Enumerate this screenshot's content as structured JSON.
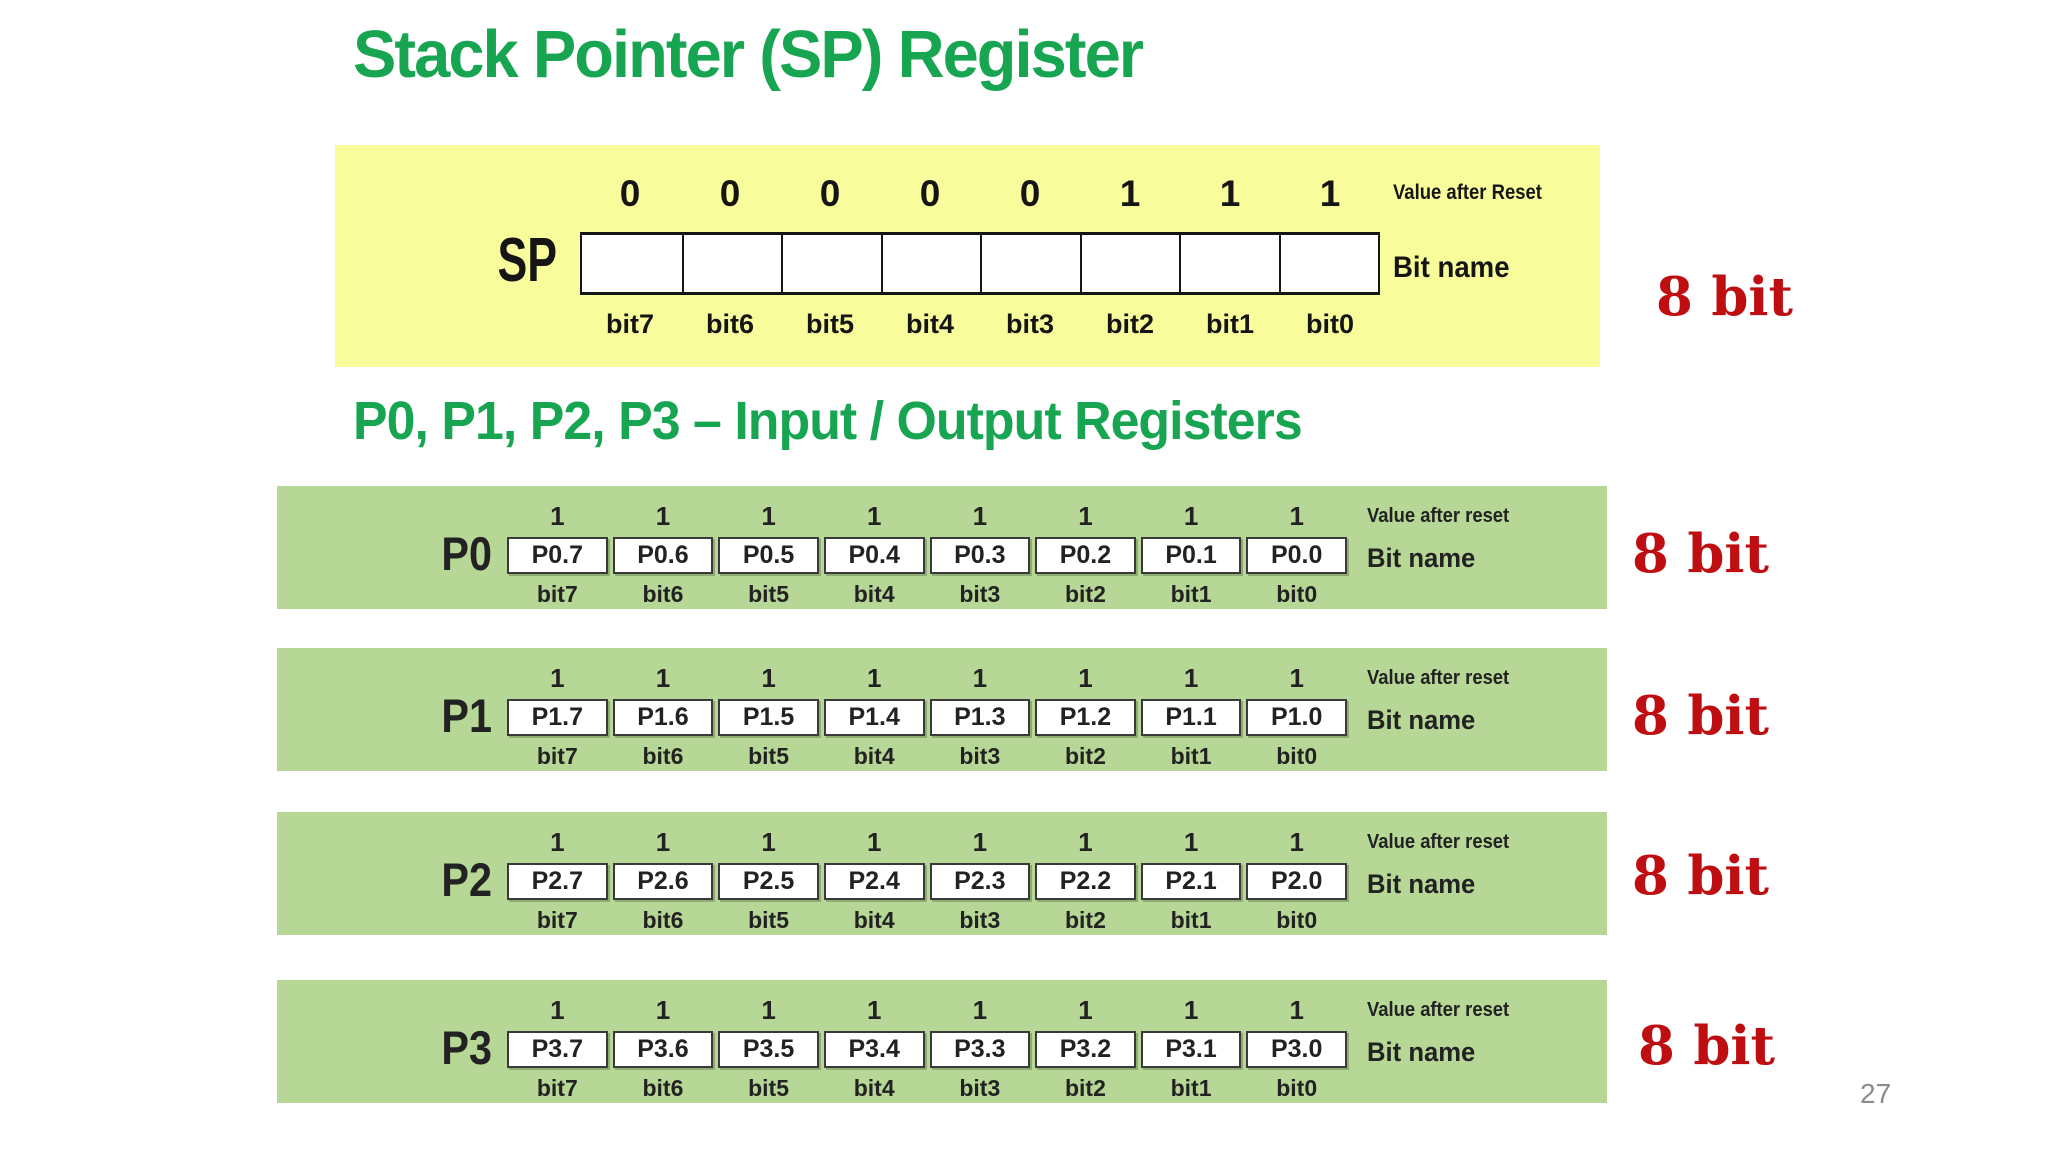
{
  "page": {
    "title": "Stack Pointer (SP) Register",
    "subtitle": "P0, P1, P2, P3 – Input / Output Registers",
    "page_number": "27"
  },
  "colors": {
    "title_green": "#17A552",
    "label_red": "#BE0E11",
    "sp_panel_yellow": "#F8FC9B",
    "port_panel_green": "#B6D795"
  },
  "sp_register": {
    "name": "SP",
    "value_caption": "Value after Reset",
    "bit_caption": "Bit name",
    "width_label": "8 bit",
    "reset_values": [
      "0",
      "0",
      "0",
      "0",
      "0",
      "1",
      "1",
      "1"
    ],
    "cell_names": [
      "",
      "",
      "",
      "",
      "",
      "",
      "",
      ""
    ],
    "bit_labels": [
      "bit7",
      "bit6",
      "bit5",
      "bit4",
      "bit3",
      "bit2",
      "bit1",
      "bit0"
    ]
  },
  "port_registers": [
    {
      "name": "P0",
      "value_caption": "Value after reset",
      "bit_caption": "Bit name",
      "width_label": "8 bit",
      "reset_values": [
        "1",
        "1",
        "1",
        "1",
        "1",
        "1",
        "1",
        "1"
      ],
      "cell_names": [
        "P0.7",
        "P0.6",
        "P0.5",
        "P0.4",
        "P0.3",
        "P0.2",
        "P0.1",
        "P0.0"
      ],
      "bit_labels": [
        "bit7",
        "bit6",
        "bit5",
        "bit4",
        "bit3",
        "bit2",
        "bit1",
        "bit0"
      ]
    },
    {
      "name": "P1",
      "value_caption": "Value after reset",
      "bit_caption": "Bit name",
      "width_label": "8 bit",
      "reset_values": [
        "1",
        "1",
        "1",
        "1",
        "1",
        "1",
        "1",
        "1"
      ],
      "cell_names": [
        "P1.7",
        "P1.6",
        "P1.5",
        "P1.4",
        "P1.3",
        "P1.2",
        "P1.1",
        "P1.0"
      ],
      "bit_labels": [
        "bit7",
        "bit6",
        "bit5",
        "bit4",
        "bit3",
        "bit2",
        "bit1",
        "bit0"
      ]
    },
    {
      "name": "P2",
      "value_caption": "Value after reset",
      "bit_caption": "Bit name",
      "width_label": "8 bit",
      "reset_values": [
        "1",
        "1",
        "1",
        "1",
        "1",
        "1",
        "1",
        "1"
      ],
      "cell_names": [
        "P2.7",
        "P2.6",
        "P2.5",
        "P2.4",
        "P2.3",
        "P2.2",
        "P2.1",
        "P2.0"
      ],
      "bit_labels": [
        "bit7",
        "bit6",
        "bit5",
        "bit4",
        "bit3",
        "bit2",
        "bit1",
        "bit0"
      ]
    },
    {
      "name": "P3",
      "value_caption": "Value after reset",
      "bit_caption": "Bit name",
      "width_label": "8 bit",
      "reset_values": [
        "1",
        "1",
        "1",
        "1",
        "1",
        "1",
        "1",
        "1"
      ],
      "cell_names": [
        "P3.7",
        "P3.6",
        "P3.5",
        "P3.4",
        "P3.3",
        "P3.2",
        "P3.1",
        "P3.0"
      ],
      "bit_labels": [
        "bit7",
        "bit6",
        "bit5",
        "bit4",
        "bit3",
        "bit2",
        "bit1",
        "bit0"
      ]
    }
  ]
}
